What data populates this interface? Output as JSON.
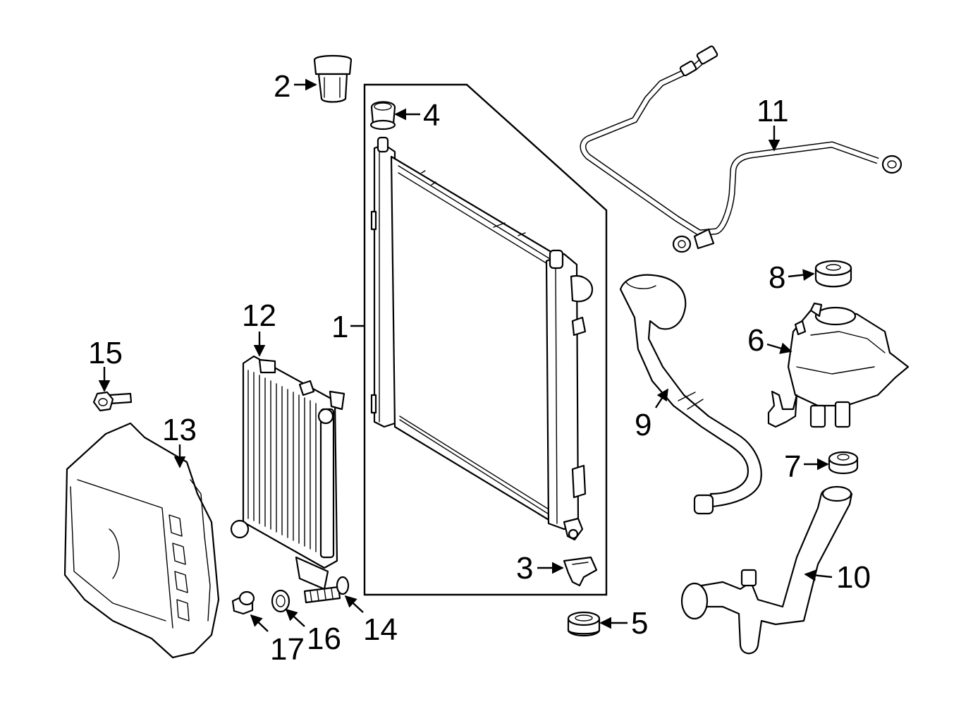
{
  "diagram": {
    "colors": {
      "ink": "#000000",
      "background": "#ffffff"
    },
    "callouts": [
      {
        "id": "c1",
        "label": "1",
        "part": "radiator"
      },
      {
        "id": "c2",
        "label": "2",
        "part": "radiator-cap-bushing"
      },
      {
        "id": "c3",
        "label": "3",
        "part": "lower-bracket"
      },
      {
        "id": "c4",
        "label": "4",
        "part": "upper-insulator"
      },
      {
        "id": "c5",
        "label": "5",
        "part": "lower-insulator"
      },
      {
        "id": "c6",
        "label": "6",
        "part": "expansion-tank"
      },
      {
        "id": "c7",
        "label": "7",
        "part": "tank-grommet"
      },
      {
        "id": "c8",
        "label": "8",
        "part": "tank-cap"
      },
      {
        "id": "c9",
        "label": "9",
        "part": "upper-hose"
      },
      {
        "id": "c10",
        "label": "10",
        "part": "lower-hose"
      },
      {
        "id": "c11",
        "label": "11",
        "part": "overflow-line"
      },
      {
        "id": "c12",
        "label": "12",
        "part": "auxiliary-radiator"
      },
      {
        "id": "c13",
        "label": "13",
        "part": "air-duct"
      },
      {
        "id": "c14",
        "label": "14",
        "part": "bolt"
      },
      {
        "id": "c15",
        "label": "15",
        "part": "flange-bolt"
      },
      {
        "id": "c16",
        "label": "16",
        "part": "washer"
      },
      {
        "id": "c17",
        "label": "17",
        "part": "stud"
      }
    ]
  }
}
